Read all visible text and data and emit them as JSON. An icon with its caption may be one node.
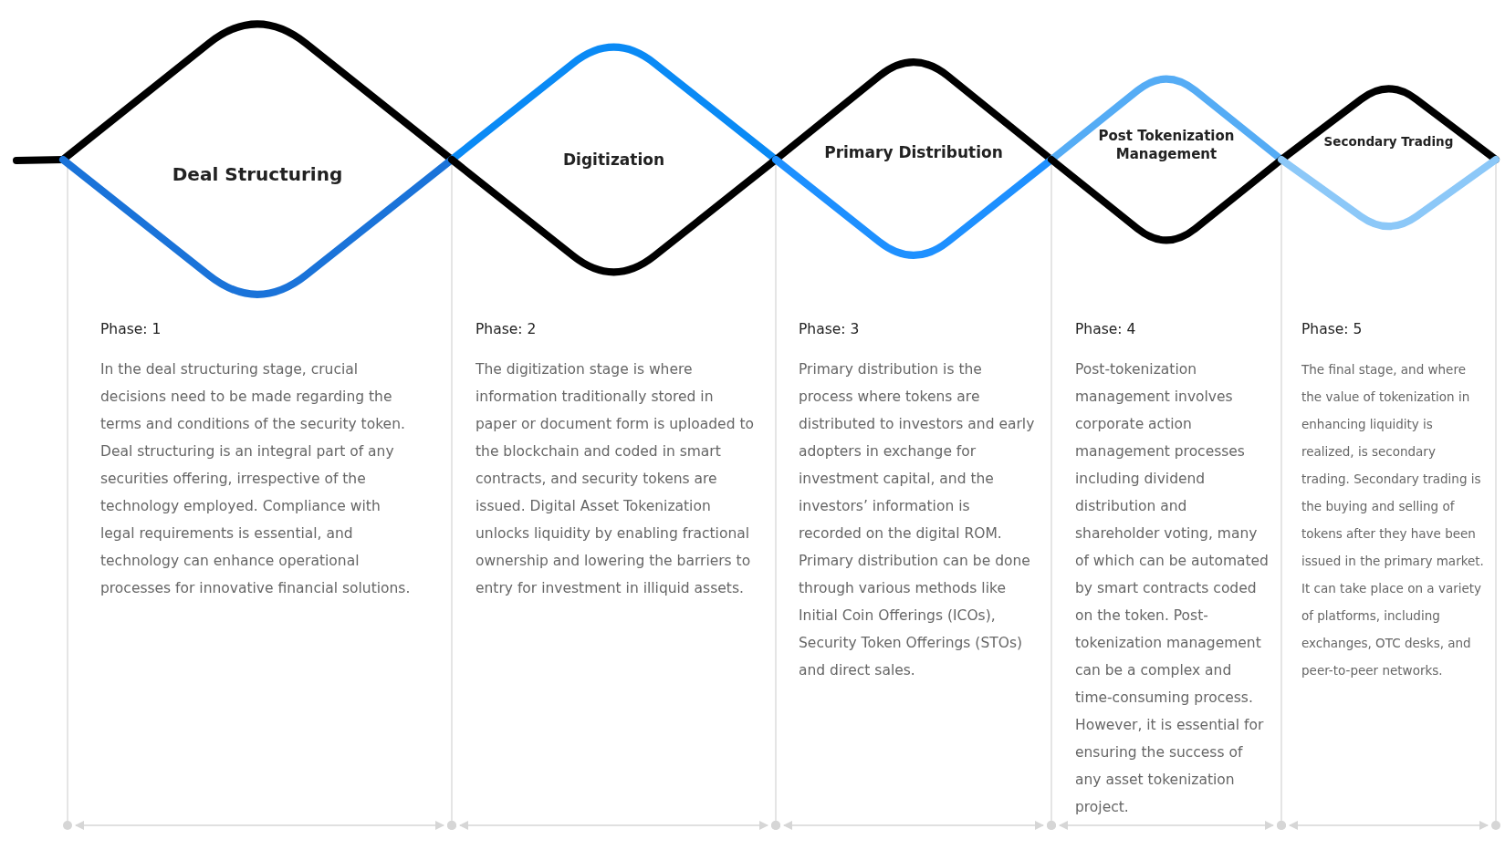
{
  "diagram": {
    "nodes": [
      {
        "text": [
          "Deal Structuring"
        ],
        "beside": [
          "Phase: 1",
          "In the deal structuring stage, crucial decisions need to be made regarding the terms and conditions of the security token. Deal structuring is an integral part of any securities offering, irrespective of the technology employed. Compliance with legal requirements is essential, and technology can enhance operational processes for innovative financial solutions."
        ]
      },
      {
        "text": [
          "Digitization"
        ],
        "beside": [
          "Phase: 2",
          "The digitization stage is where information traditionally stored in paper or document form is uploaded to the blockchain and coded in smart contracts, and security tokens are issued. Digital Asset Tokenization unlocks liquidity by enabling fractional ownership and lowering the barriers to entry for investment in illiquid assets."
        ]
      },
      {
        "text": [
          "Primary Distribution"
        ],
        "beside": [
          "Phase: 3",
          "Primary distribution is the process where tokens are distributed to investors and early adopters in exchange for investment capital, and the investors’ information is recorded on the digital ROM. Primary distribution can be done through various methods like Initial Coin Offerings (ICOs), Security Token Offerings (STOs) and direct sales."
        ]
      },
      {
        "text": [
          "Post Tokenization Management"
        ],
        "beside": [
          "Phase: 4",
          "Post-tokenization management involves corporate action management processes including dividend distribution and shareholder voting, many of which can be automated by smart contracts coded on the token. Post-tokenization management can be a complex and time-consuming process. However, it is essential for ensuring the success of any asset tokenization project."
        ]
      },
      {
        "text": [
          "Secondary Trading"
        ],
        "beside": [
          "Phase: 5",
          "The final stage, and where the value of tokenization in enhancing liquidity is realized, is secondary trading. Secondary trading is the buying and selling of tokens after they have been issued in the primary market. It can take place on a variety of platforms, including exchanges, OTC desks, and peer-to-peer networks."
        ]
      }
    ]
  }
}
